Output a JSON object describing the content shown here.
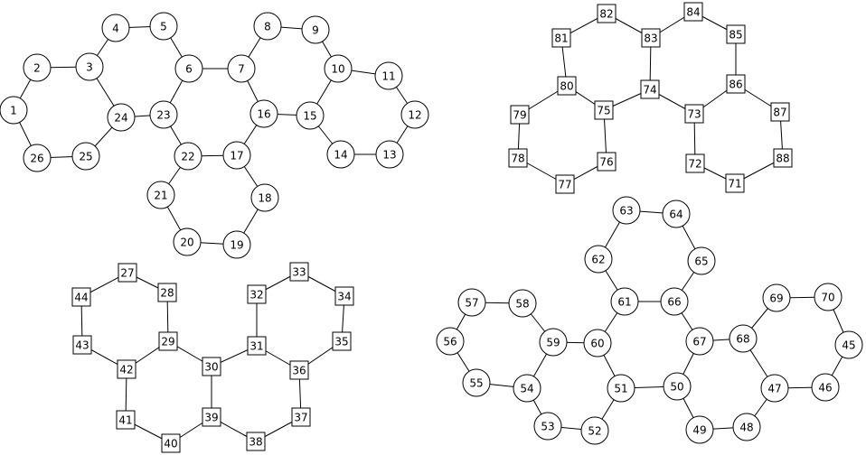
{
  "diagram": {
    "graphs": [
      {
        "shape": "circle",
        "nodes": [
          "1",
          "2",
          "3",
          "4",
          "5",
          "6",
          "7",
          "8",
          "9",
          "10",
          "11",
          "12",
          "13",
          "14",
          "15",
          "16",
          "17",
          "18",
          "19",
          "20",
          "21",
          "22",
          "23",
          "24",
          "25",
          "26"
        ],
        "edges": [
          [
            "1",
            "2"
          ],
          [
            "2",
            "3"
          ],
          [
            "3",
            "4"
          ],
          [
            "4",
            "5"
          ],
          [
            "5",
            "6"
          ],
          [
            "6",
            "7"
          ],
          [
            "7",
            "8"
          ],
          [
            "8",
            "9"
          ],
          [
            "9",
            "10"
          ],
          [
            "10",
            "11"
          ],
          [
            "11",
            "12"
          ],
          [
            "12",
            "13"
          ],
          [
            "13",
            "14"
          ],
          [
            "14",
            "15"
          ],
          [
            "15",
            "10"
          ],
          [
            "15",
            "16"
          ],
          [
            "16",
            "7"
          ],
          [
            "16",
            "17"
          ],
          [
            "17",
            "18"
          ],
          [
            "18",
            "19"
          ],
          [
            "19",
            "20"
          ],
          [
            "20",
            "21"
          ],
          [
            "21",
            "22"
          ],
          [
            "22",
            "17"
          ],
          [
            "22",
            "23"
          ],
          [
            "23",
            "6"
          ],
          [
            "23",
            "24"
          ],
          [
            "24",
            "3"
          ],
          [
            "24",
            "25"
          ],
          [
            "25",
            "26"
          ],
          [
            "26",
            "1"
          ]
        ]
      },
      {
        "shape": "square",
        "nodes": [
          "71",
          "72",
          "73",
          "74",
          "75",
          "76",
          "77",
          "78",
          "79",
          "80",
          "81",
          "82",
          "83",
          "84",
          "85",
          "86",
          "87",
          "88"
        ],
        "edges": [
          [
            "81",
            "82"
          ],
          [
            "82",
            "83"
          ],
          [
            "83",
            "84"
          ],
          [
            "84",
            "85"
          ],
          [
            "85",
            "86"
          ],
          [
            "86",
            "87"
          ],
          [
            "87",
            "88"
          ],
          [
            "88",
            "71"
          ],
          [
            "71",
            "72"
          ],
          [
            "72",
            "73"
          ],
          [
            "73",
            "86"
          ],
          [
            "73",
            "74"
          ],
          [
            "74",
            "83"
          ],
          [
            "74",
            "75"
          ],
          [
            "75",
            "80"
          ],
          [
            "80",
            "81"
          ],
          [
            "80",
            "79"
          ],
          [
            "79",
            "78"
          ],
          [
            "78",
            "77"
          ],
          [
            "77",
            "76"
          ],
          [
            "76",
            "75"
          ]
        ]
      },
      {
        "shape": "square",
        "nodes": [
          "27",
          "28",
          "29",
          "30",
          "31",
          "32",
          "33",
          "34",
          "35",
          "36",
          "37",
          "38",
          "39",
          "40",
          "41",
          "42",
          "43",
          "44"
        ],
        "edges": [
          [
            "27",
            "28"
          ],
          [
            "28",
            "29"
          ],
          [
            "29",
            "42"
          ],
          [
            "42",
            "43"
          ],
          [
            "43",
            "44"
          ],
          [
            "44",
            "27"
          ],
          [
            "29",
            "30"
          ],
          [
            "30",
            "31"
          ],
          [
            "31",
            "32"
          ],
          [
            "32",
            "33"
          ],
          [
            "33",
            "34"
          ],
          [
            "34",
            "35"
          ],
          [
            "35",
            "36"
          ],
          [
            "36",
            "31"
          ],
          [
            "36",
            "37"
          ],
          [
            "37",
            "38"
          ],
          [
            "38",
            "39"
          ],
          [
            "39",
            "30"
          ],
          [
            "39",
            "40"
          ],
          [
            "40",
            "41"
          ],
          [
            "41",
            "42"
          ]
        ]
      },
      {
        "shape": "circle",
        "nodes": [
          "45",
          "46",
          "47",
          "48",
          "49",
          "50",
          "51",
          "52",
          "53",
          "54",
          "55",
          "56",
          "57",
          "58",
          "59",
          "60",
          "61",
          "62",
          "63",
          "64",
          "65",
          "66",
          "67",
          "68",
          "69",
          "70"
        ],
        "edges": [
          [
            "63",
            "64"
          ],
          [
            "64",
            "65"
          ],
          [
            "65",
            "66"
          ],
          [
            "66",
            "61"
          ],
          [
            "61",
            "62"
          ],
          [
            "62",
            "63"
          ],
          [
            "61",
            "60"
          ],
          [
            "60",
            "51"
          ],
          [
            "51",
            "50"
          ],
          [
            "50",
            "67"
          ],
          [
            "67",
            "66"
          ],
          [
            "60",
            "59"
          ],
          [
            "59",
            "58"
          ],
          [
            "58",
            "57"
          ],
          [
            "57",
            "56"
          ],
          [
            "56",
            "55"
          ],
          [
            "55",
            "54"
          ],
          [
            "54",
            "59"
          ],
          [
            "54",
            "53"
          ],
          [
            "53",
            "52"
          ],
          [
            "52",
            "51"
          ],
          [
            "50",
            "49"
          ],
          [
            "49",
            "48"
          ],
          [
            "48",
            "47"
          ],
          [
            "47",
            "68"
          ],
          [
            "68",
            "67"
          ],
          [
            "68",
            "69"
          ],
          [
            "69",
            "70"
          ],
          [
            "70",
            "45"
          ],
          [
            "45",
            "46"
          ],
          [
            "46",
            "47"
          ]
        ]
      }
    ]
  }
}
